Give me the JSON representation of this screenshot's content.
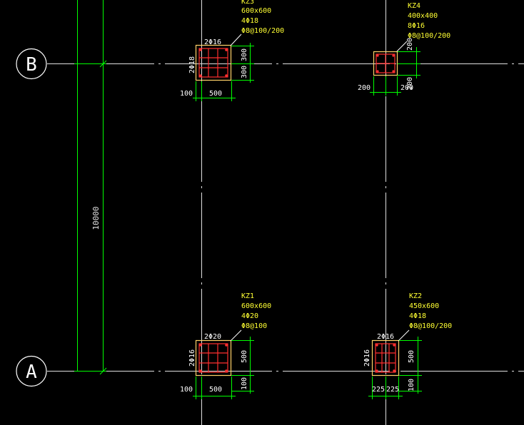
{
  "colors": {
    "background": "#000000",
    "grid_line": "#e0e0e0",
    "dimension": "#00ff00",
    "column_outline": "#ff3030",
    "column_fill": "#ffd36a",
    "annotation": "#ffff33",
    "axis_bubble": "#ffffff"
  },
  "axes": {
    "A": "A",
    "B": "B"
  },
  "overall_dimension": "10000",
  "columns": {
    "kz3": {
      "name": "KZ3",
      "size": "600x600",
      "main_bars": "4Φ18",
      "stirrups": "Φ8@100/200",
      "top_bars": "2Φ16",
      "side_bars": "2Φ18",
      "dim_top": "300",
      "dim_bottom": "300",
      "dim_left": "100",
      "dim_right": "500"
    },
    "kz4": {
      "name": "KZ4",
      "size": "400x400",
      "main_bars": "8Φ16",
      "stirrups": "Φ8@100/200",
      "dim_top": "200",
      "dim_bottom": "200",
      "dim_left": "200",
      "dim_right": "200"
    },
    "kz1": {
      "name": "KZ1",
      "size": "600x600",
      "main_bars": "4Φ20",
      "stirrups": "Φ8@100",
      "top_bars": "2Φ20",
      "side_bars": "2Φ16",
      "dim_top": "500",
      "dim_bottom": "100",
      "dim_left": "100",
      "dim_right": "500"
    },
    "kz2": {
      "name": "KZ2",
      "size": "450x600",
      "main_bars": "4Φ18",
      "stirrups": "Φ8@100/200",
      "top_bars": "2Φ16",
      "side_bars": "2Φ16",
      "dim_top": "500",
      "dim_bottom": "100",
      "dim_left": "225",
      "dim_right": "225"
    }
  }
}
